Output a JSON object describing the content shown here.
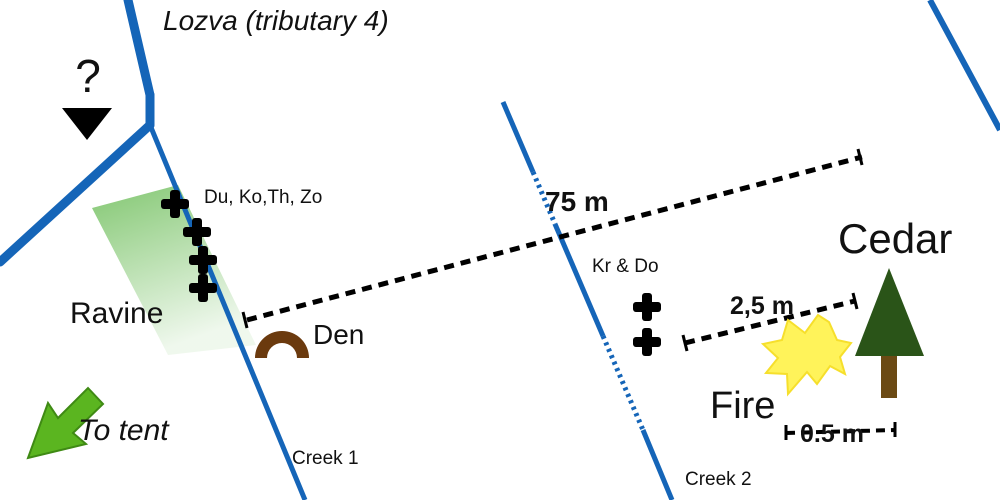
{
  "title": "Lozva (tributary 4)",
  "question_mark": "?",
  "labels": {
    "ravine": "Ravine",
    "den": "Den",
    "to_tent": "To tent",
    "creek1": "Creek 1",
    "creek2": "Creek 2",
    "cedar": "Cedar",
    "fire": "Fire",
    "names_group_1": "Du, Ko,Th, Zo",
    "names_group_2": "Kr & Do"
  },
  "distances": {
    "den_to_cedar": "75 m",
    "graves_to_cedar": "2,5 m",
    "fire_to_cedar": "0.5 m"
  },
  "markers": {
    "group_1_count": 4,
    "group_2_count": 2
  },
  "colors": {
    "water": "#1565b8",
    "ravine": "#7cc46a",
    "den": "#6b3a0e",
    "tree": "#2a5418",
    "trunk": "#6b4a14",
    "fire": "#fff35a",
    "arrow": "#5bb520",
    "marker": "#000000"
  },
  "icons": {
    "marker": "cross-marker-icon",
    "den": "den-arch-icon",
    "tree": "cedar-tree-icon",
    "fire": "fire-icon",
    "arrow": "to-tent-arrow-icon",
    "unknown": "down-triangle-icon"
  }
}
